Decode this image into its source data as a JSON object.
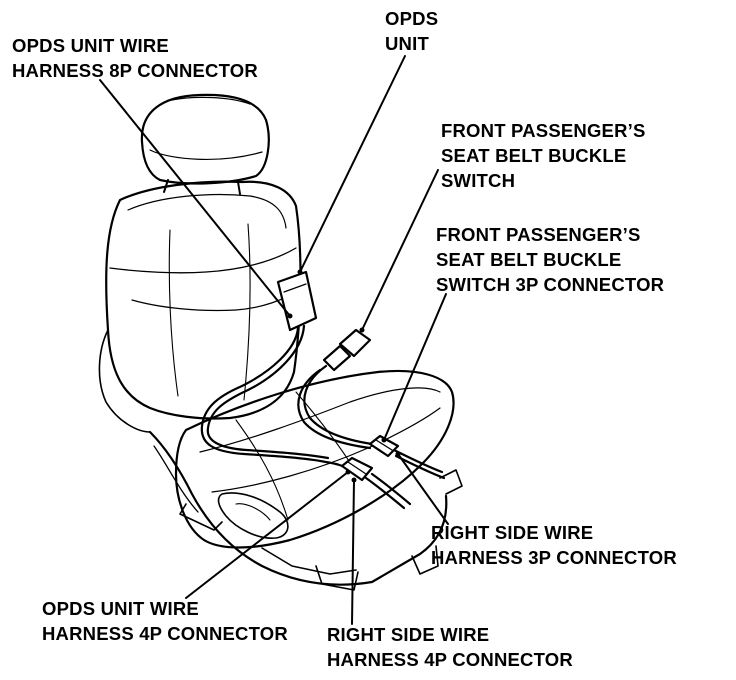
{
  "labels": {
    "opds_unit": [
      "OPDS",
      "UNIT"
    ],
    "opds_unit_wire_harness_8p": [
      "OPDS UNIT WIRE",
      "HARNESS 8P CONNECTOR"
    ],
    "front_passenger_buckle_switch": [
      "FRONT PASSENGER’S",
      "SEAT BELT BUCKLE",
      "SWITCH"
    ],
    "front_passenger_buckle_switch_3p": [
      "FRONT PASSENGER’S",
      "SEAT BELT BUCKLE",
      "SWITCH 3P CONNECTOR"
    ],
    "right_side_wire_harness_3p": [
      "RIGHT SIDE WIRE",
      "HARNESS 3P CONNECTOR"
    ],
    "opds_unit_wire_harness_4p": [
      "OPDS UNIT WIRE",
      "HARNESS 4P CONNECTOR"
    ],
    "right_side_wire_harness_4p": [
      "RIGHT SIDE WIRE",
      "HARNESS 4P CONNECTOR"
    ]
  },
  "colors": {
    "ink": "#000000",
    "paper": "#ffffff"
  }
}
